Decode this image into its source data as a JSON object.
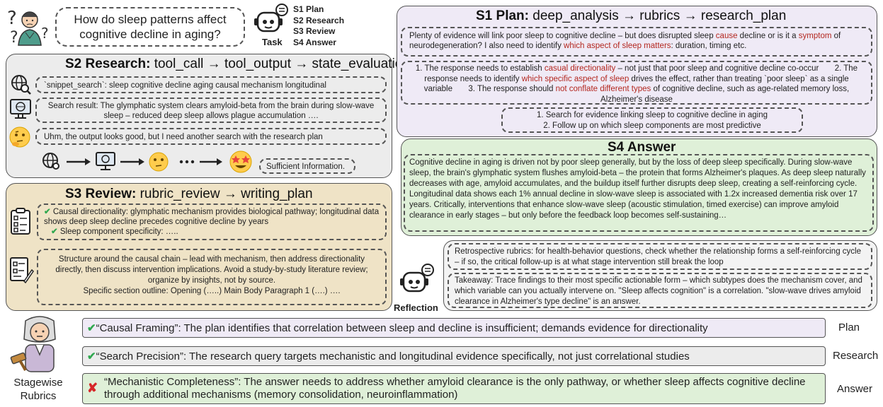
{
  "task": {
    "question": "How do sleep patterns affect cognitive decline in aging?",
    "label": "Task",
    "stages": [
      "S1 Plan",
      "S2 Research",
      "S3 Review",
      "S4 Answer"
    ]
  },
  "s1": {
    "heading": "S1 Plan:",
    "pipeline": "deep_analysis → rubrics → research_plan",
    "analysis_a": "Plenty of evidence will link poor sleep to cognitive decline – but does disrupted sleep ",
    "analysis_cause": "cause",
    "analysis_b": " decline or is it a ",
    "analysis_symptom": "symptom",
    "analysis_c": " of neurodegeneration? I also need to identify ",
    "analysis_which": "which aspect of sleep matters",
    "analysis_d": ": duration, timing etc.",
    "r1_a": "1. The response needs to establish ",
    "r1_red": "casual directionality",
    "r1_b": " – not just that poor sleep and cognitive decline co-occur",
    "r2_a": "2. The response needs to identify ",
    "r2_red": "which specific aspect of sleep",
    "r2_b": " drives the effect, rather than treating `poor sleep` as a single variable",
    "r3_a": "3. The response should ",
    "r3_red": "not conflate different types",
    "r3_b": " of cognitive decline, such as age-related memory loss, Alzheimer's disease",
    "plan_1": "1.   Search for evidence linking sleep to cognitive decline in aging",
    "plan_2": "2.   Follow up on which sleep components are most predictive"
  },
  "s2": {
    "heading": "S2 Research:",
    "pipeline": "tool_call → tool_output → state_evaluation",
    "tool_call": "`snippet_search`: sleep cognitive decline aging causal mechanism longitudinal",
    "tool_output": "Search result: The glymphatic system clears amyloid-beta from the brain during slow-wave sleep – reduced deep sleep allows plague accumulation ….",
    "state_eval": "Uhm, the output looks good, but I need another search with the research plan",
    "dots": "···",
    "sufficient": "Sufficient Information."
  },
  "s3": {
    "heading": "S3 Review:",
    "pipeline": "rubric_review → writing_plan",
    "review_1": "Causal directionality: glymphatic mechanism provides biological pathway; longitudinal data shows deep sleep decline precedes cognitive decline by years",
    "review_2": "Sleep component specificity: …..",
    "writing": "Structure around the causal chain – lead with mechanism, then address directionality directly, then discuss intervention implications. Avoid a study-by-study literature review; organize by insights, not by source.",
    "outline": "Specific section outline: Opening (…..) Main Body Paragraph 1 (….) …."
  },
  "s4": {
    "heading": "S4 Answer",
    "answer": "Cognitive decline in aging is driven not by poor sleep generally, but by the loss of deep sleep specifically. During slow-wave sleep, the brain's glymphatic system flushes amyloid-beta – the protein that forms Alzheimer's plaques. As deep sleep naturally decreases with age, amyloid accumulates, and the buildup itself further disrupts deep sleep, creating a self-reinforcing cycle. Longitudinal data shows each 1% annual decline in slow-wave sleep is associated with 1.2x increased dementia risk over 17 years. Critically, interventions that enhance slow-wave sleep (acoustic stimulation, timed exercise) can improve amyloid clearance in early stages – but only before the feedback loop becomes self-sustaining…"
  },
  "reflection": {
    "label": "Reflection",
    "retrospective": "Retrospective rubrics: for health-behavior questions, check whether the relationship forms a self-reinforcing cycle – if so, the critical follow-up is at what stage intervention still break the loop",
    "takeaway": "Takeaway: Trace findings to their most specific actionable form – which subtypes does the mechanism cover, and which variable can you actually intervene on. \"Sleep affects cognition\" is a correlation. \"slow-wave drives amyloid clearance in Alzheimer's type decline\" is an answer."
  },
  "rubrics": {
    "label_1": "Stagewise",
    "label_2": "Rubrics",
    "items": [
      {
        "text": "“Causal Framing”: The plan identifies that correlation between sleep and decline is insufficient; demands evidence for directionality",
        "stage": "Plan",
        "mark": "✔"
      },
      {
        "text": "“Search Precision”: The research query targets mechanistic and longitudinal evidence specifically, not just correlational studies",
        "stage": "Research",
        "mark": "✔"
      },
      {
        "text": "“Mechanistic Completeness”: The answer needs to address whether amyloid clearance is the only pathway, or whether sleep affects cognitive decline through additional mechanisms (memory consolidation, neuroinflammation)",
        "stage": "Answer",
        "mark": "✘"
      }
    ]
  },
  "colors": {
    "s1_bg": "#efeaf6",
    "s2_bg": "#ececec",
    "s3_bg": "#efe3c6",
    "s4_bg": "#dff0d8",
    "red": "#b3261e",
    "check": "#2fa84f"
  }
}
